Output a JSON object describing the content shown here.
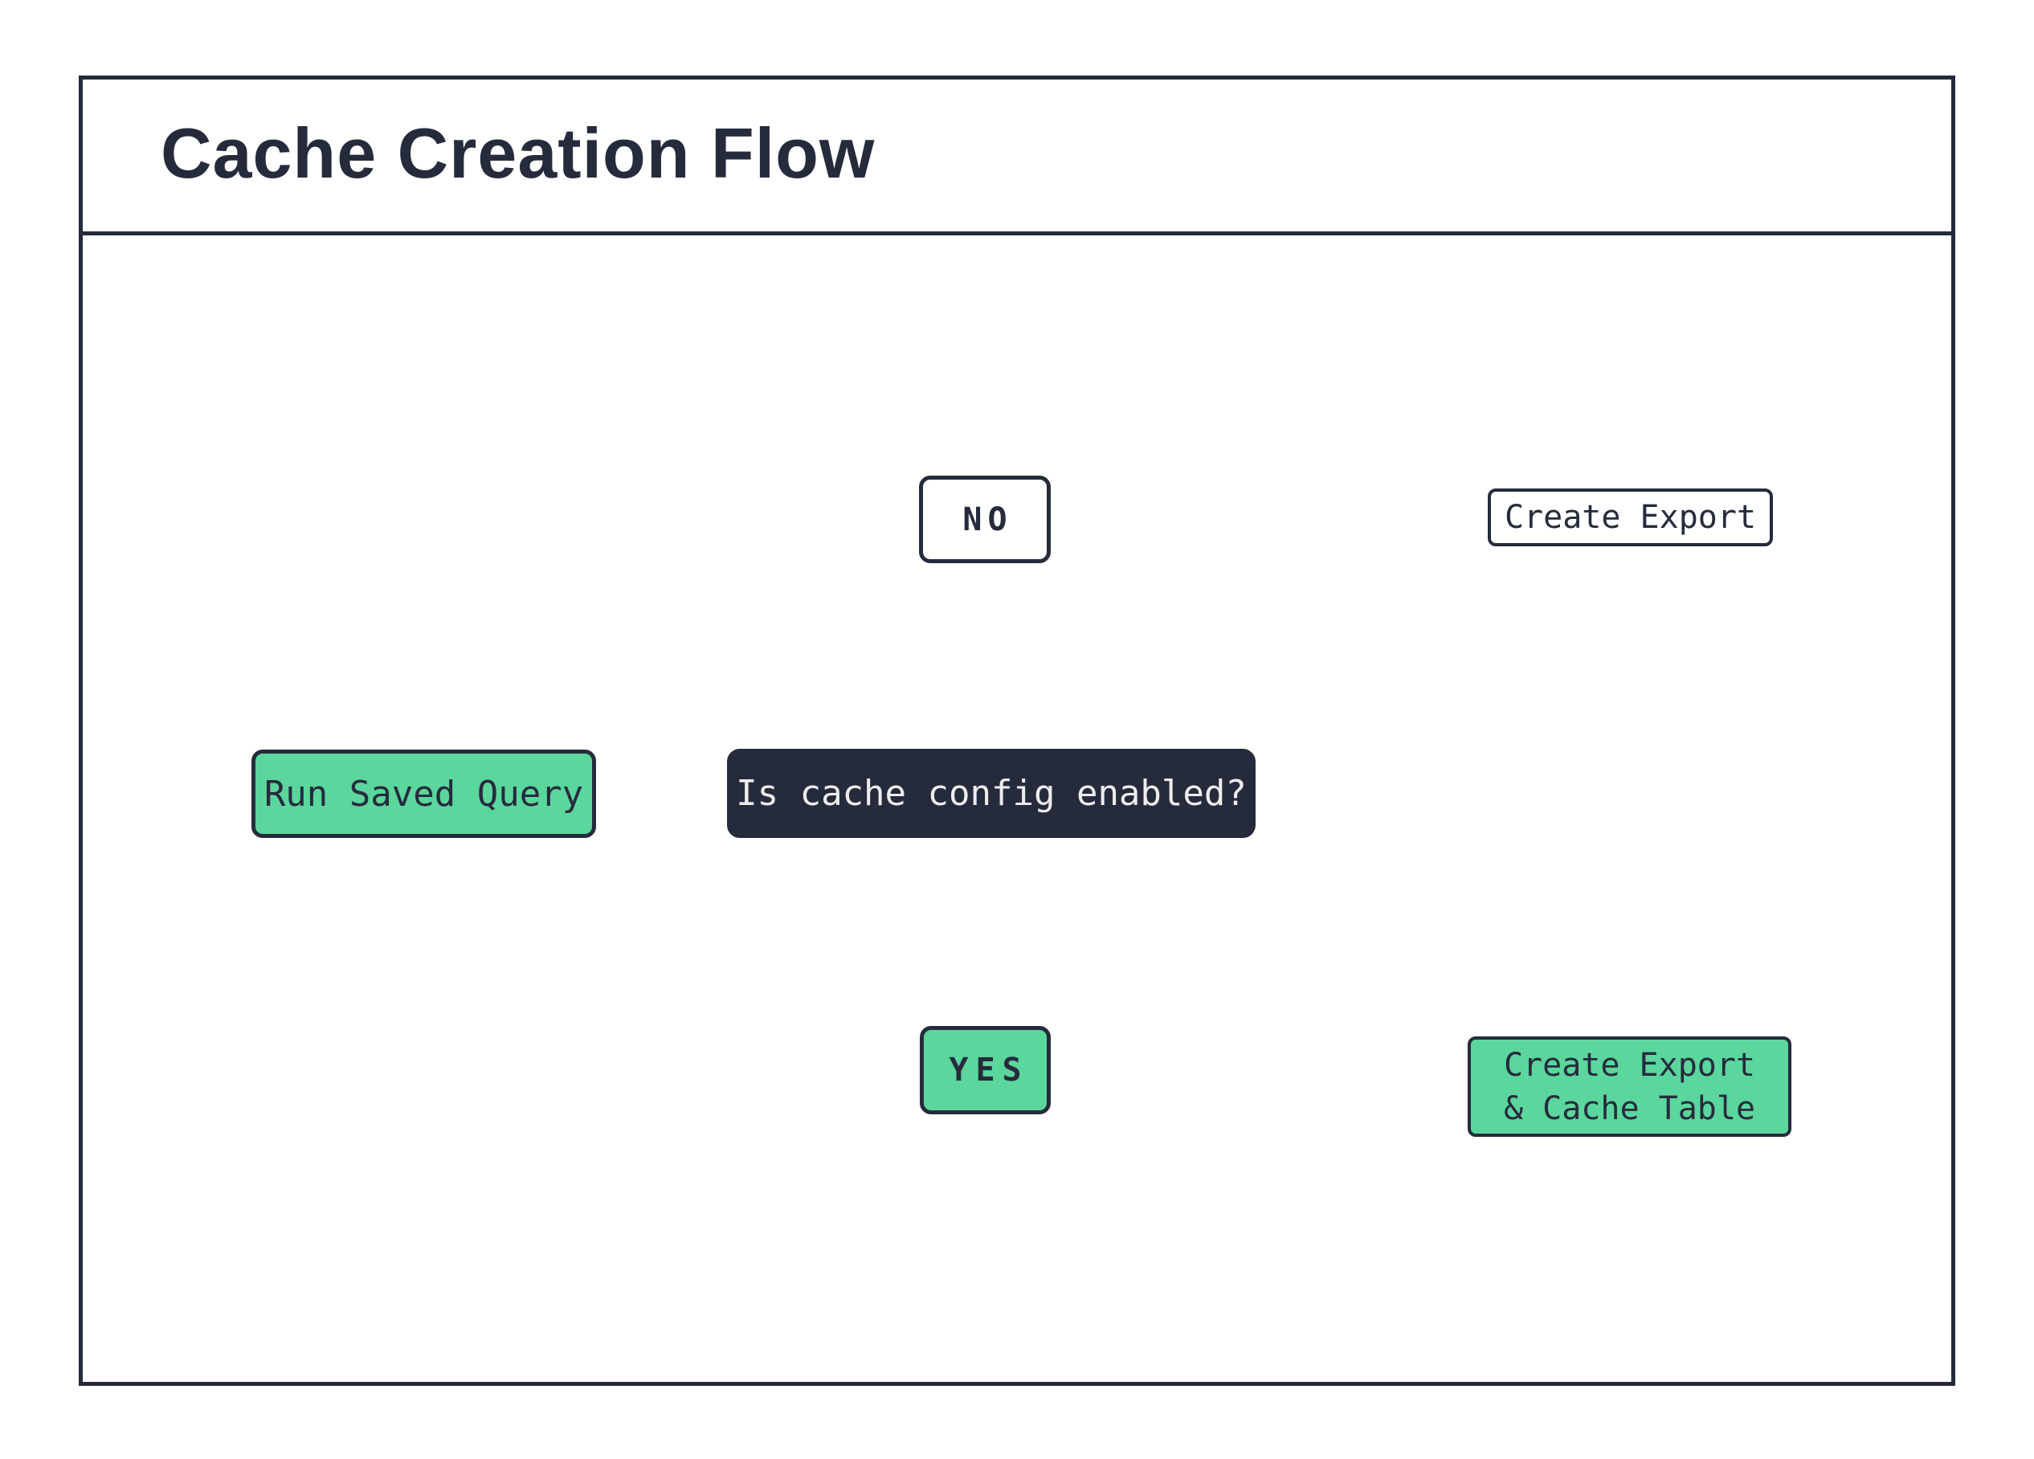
{
  "title": "Cache Creation Flow",
  "nodes": {
    "start": {
      "label": "Run Saved Query"
    },
    "decision": {
      "label": "Is cache config enabled?"
    },
    "no_branch": {
      "label": "NO"
    },
    "yes_branch": {
      "label": "YES"
    },
    "no_result": {
      "label": "Create Export"
    },
    "yes_result": {
      "label_line1": "Create Export",
      "label_line2": "& Cache Table"
    }
  },
  "colors": {
    "navy": "#262B3C",
    "green": "#5BD69D",
    "line": "#0C0C0F",
    "decision-text": "#EDEDEF",
    "white": "#FFFFFF"
  }
}
